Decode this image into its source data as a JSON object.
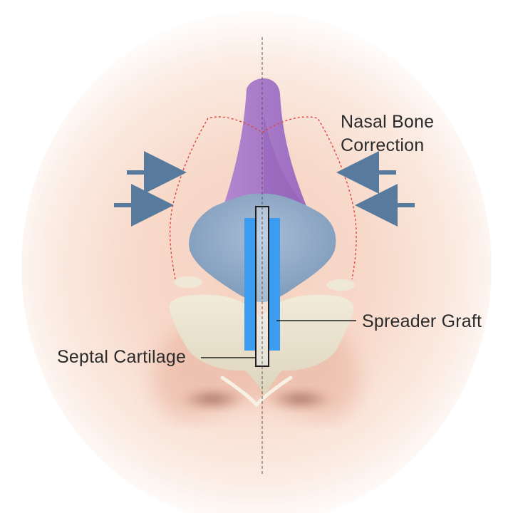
{
  "labels": {
    "nasal_bone_correction": [
      "Nasal Bone",
      "Correction"
    ],
    "spreader_graft": "Spreader Graft",
    "septal_cartilage": "Septal Cartilage"
  },
  "colors": {
    "skin_light": "#fdf3ec",
    "skin_mid": "#f3cbb9",
    "skin_shadow": "#c99483",
    "nasal_bone": "#a97fc6",
    "nasal_bone_shade": "#9160b8",
    "upper_lateral_cartilage": "#8ea8c4",
    "lower_lateral_cartilage": "#e8e1cd",
    "spreader_graft": "#3c9cef",
    "arrow": "#587a9c",
    "osteotomy_line": "#e24444",
    "leader_line": "#222222"
  },
  "icons": {
    "compression_arrows": "arrow-right",
    "compression_arrows_right_side": "arrow-left"
  }
}
